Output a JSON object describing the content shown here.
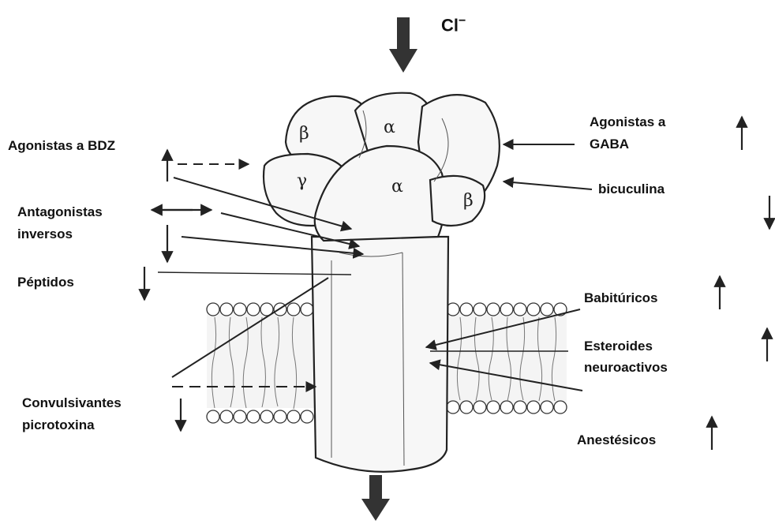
{
  "ion": {
    "label": "Cl",
    "charge": "−"
  },
  "subunits": {
    "beta_left": "β",
    "alpha_top": "α",
    "gamma": "γ",
    "alpha_front": "α",
    "beta_right": "β"
  },
  "labels": {
    "agonistas_bdz": "Agonistas a BDZ",
    "antagonistas_line1": "Antagonistas",
    "antagonistas_line2": "inversos",
    "peptidos": "Péptidos",
    "convulsivantes_line1": "Convulsivantes",
    "convulsivantes_line2": "picrotoxina",
    "agonistas_gaba_line1": "Agonistas a",
    "agonistas_gaba_line2": "GABA",
    "bicuculina": "bicuculina",
    "babituricos": "Babitúricos",
    "esteroides_line1": "Esteroides",
    "esteroides_line2": "neuroactivos",
    "anestesicos": "Anestésicos"
  },
  "effects": {
    "agonistas_bdz": "up",
    "antagonistas_inversos": "both",
    "antagonistas_inversos_second": "down",
    "peptidos": "down",
    "convulsivantes": "down",
    "agonistas_gaba": "up",
    "bicuculina": "down",
    "babituricos": "up",
    "esteroides": "up",
    "anestesicos": "up"
  },
  "colors": {
    "ink": "#222222",
    "membrane": "#f3f3f3",
    "receptor_fill": "#f7f7f7"
  }
}
